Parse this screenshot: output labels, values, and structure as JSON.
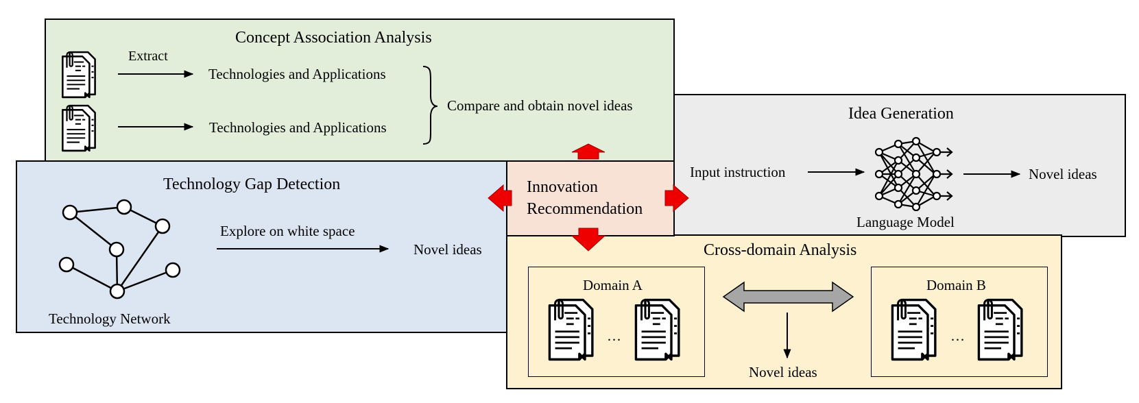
{
  "concept": {
    "title": "Concept Association Analysis",
    "extract_label": "Extract",
    "row1": "Technologies and Applications",
    "row2": "Technologies and Applications",
    "compare": "Compare and obtain novel ideas"
  },
  "idea": {
    "title": "Idea Generation",
    "input": "Input instruction",
    "model_label": "Language Model",
    "output": "Novel ideas"
  },
  "gap": {
    "title": "Technology Gap Detection",
    "explore": "Explore on white space",
    "output": "Novel ideas",
    "network_label": "Technology Network"
  },
  "center": {
    "line1": "Innovation",
    "line2": "Recommendation"
  },
  "cross": {
    "title": "Cross-domain Analysis",
    "domain_a": "Domain A",
    "domain_b": "Domain B",
    "ellipsis": "…",
    "output": "Novel ideas"
  },
  "colors": {
    "concept_bg": "#e2eed9",
    "idea_bg": "#ececec",
    "gap_bg": "#dce6f2",
    "center_bg": "#f8e2d6",
    "cross_bg": "#fdf1cf",
    "red_arrow": "#ee0000",
    "gray_arrow": "#a6a6a6"
  }
}
